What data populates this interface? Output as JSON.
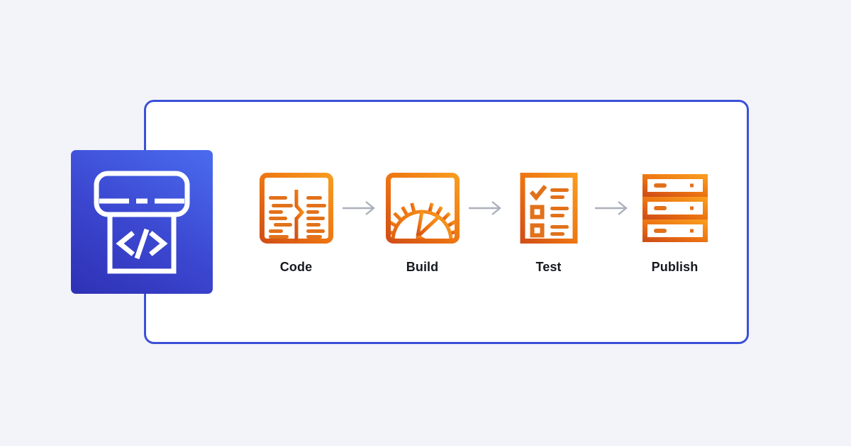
{
  "background_color": "#f3f4fa",
  "brand": {
    "tile_name": "codepipeline-product-tile",
    "icon_name": "codepipeline-icon",
    "gradient_from": "#2e31b5",
    "gradient_to": "#4a6cef",
    "icon_color": "#ffffff"
  },
  "card": {
    "border_color": "#3a51d8",
    "background_color": "#ffffff"
  },
  "pipeline": {
    "accent_color_light": "#f79421",
    "accent_color_dark": "#d9541a",
    "connector_color": "#aab0bb",
    "connector_icon": "arrow-right-icon",
    "stages": [
      {
        "label": "Code",
        "icon": "code-editor-icon"
      },
      {
        "label": "Build",
        "icon": "gear-build-icon"
      },
      {
        "label": "Test",
        "icon": "checklist-icon"
      },
      {
        "label": "Publish",
        "icon": "server-stack-icon"
      }
    ]
  }
}
